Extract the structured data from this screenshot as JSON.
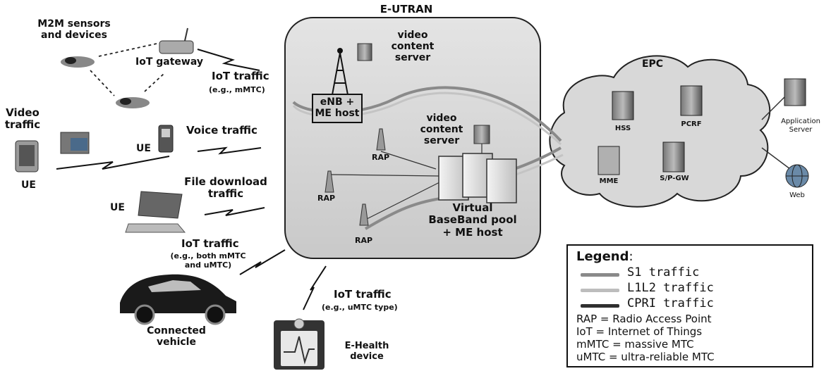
{
  "title": "E-UTRAN",
  "groups": {
    "epc": "EPC"
  },
  "labels": {
    "m2m_line1": "M2M sensors",
    "m2m_line2": "and devices",
    "iot_gateway": "IoT gateway",
    "iot_traffic_1": "IoT traffic",
    "iot_traffic_1_sub": "(e.g., mMTC)",
    "video_traffic_line1": "Video",
    "video_traffic_line2": "traffic",
    "voice_traffic": "Voice traffic",
    "ue_phone": "UE",
    "ue_tablet": "UE",
    "ue_laptop": "UE",
    "file_download_line1": "File download",
    "file_download_line2": "traffic",
    "iot_traffic_2": "IoT traffic",
    "iot_traffic_2_sub1": "(e.g., both mMTC",
    "iot_traffic_2_sub2": "and uMTC)",
    "connected_vehicle_line1": "Connected",
    "connected_vehicle_line2": "vehicle",
    "iot_traffic_3": "IoT traffic",
    "iot_traffic_3_sub": "(e.g., uMTC type)",
    "ehealth_line1": "E-Health",
    "ehealth_line2": "device",
    "video_server_1_line1": "video",
    "video_server_1_line2": "content",
    "video_server_1_line3": "server",
    "enb_line1": "eNB +",
    "enb_line2": "ME host",
    "video_server_2_line1": "video",
    "video_server_2_line2": "content",
    "video_server_2_line3": "server",
    "rap_1": "RAP",
    "rap_2": "RAP",
    "rap_3": "RAP",
    "bbu_line1": "Virtual",
    "bbu_line2": "BaseBand pool",
    "bbu_line3": "+ ME host",
    "hss": "HSS",
    "pcrf": "PCRF",
    "mme": "MME",
    "spgw": "S/P-GW",
    "app_server_line1": "Application",
    "app_server_line2": "Server",
    "web": "Web"
  },
  "legend": {
    "title": "Legend",
    "title_suffix": ":",
    "items": [
      {
        "label": "S1 traffic",
        "color": "#8a8a8a"
      },
      {
        "label": "L1L2 traffic",
        "color": "#bdbdbd"
      },
      {
        "label": "CPRI traffic",
        "color": "#2f2f2f"
      }
    ],
    "abbreviations": [
      "RAP = Radio Access Point",
      "IoT = Internet of Things",
      "mMTC =  massive MTC",
      "uMTC = ultra-reliable MTC"
    ]
  }
}
